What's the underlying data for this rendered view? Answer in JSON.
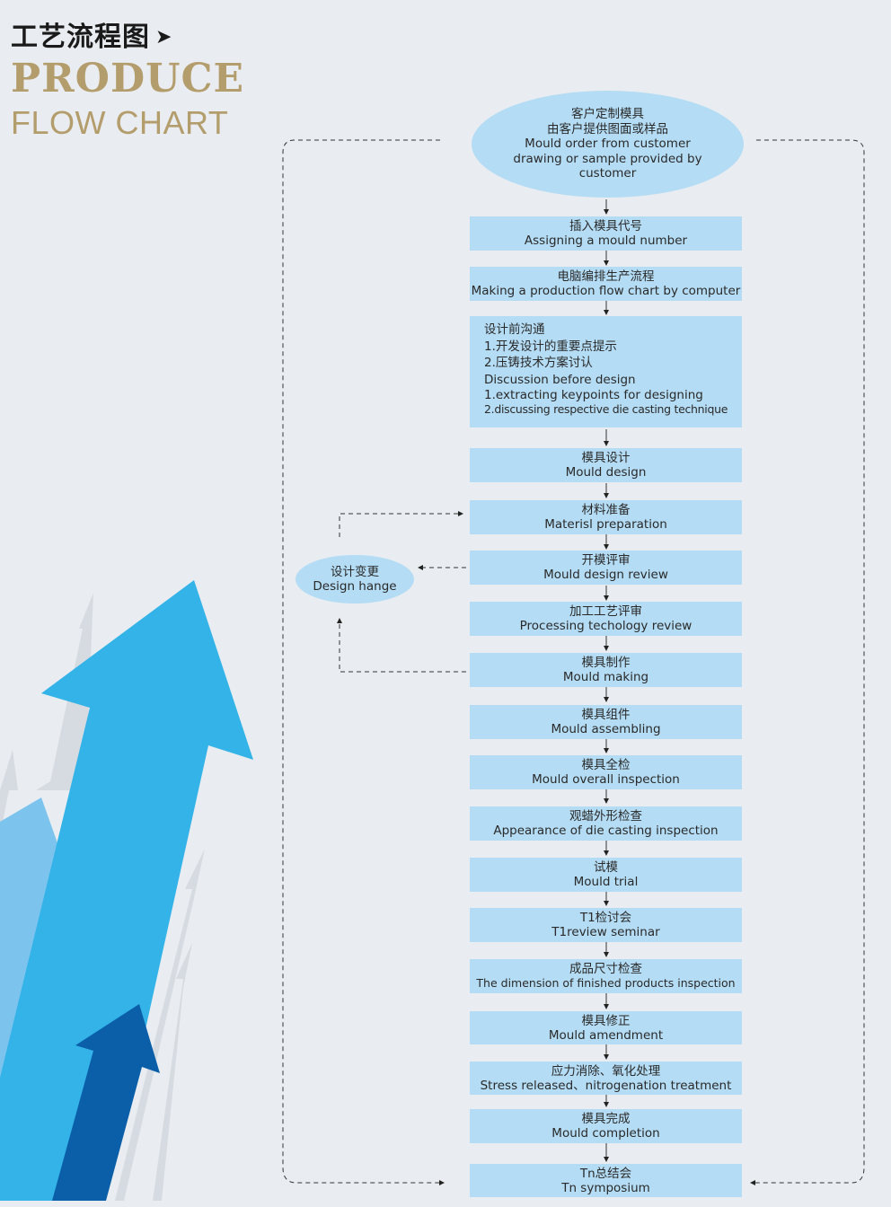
{
  "header": {
    "title_cn": "工艺流程图",
    "title_en_line1": "PRODUCE",
    "title_en_line2": "FLOW CHART"
  },
  "colors": {
    "background": "#e9edf1",
    "box_fill": "#b4dcf4",
    "title_gold": "#b49d6c",
    "arrow_bright_blue": "#33b3e8",
    "arrow_light_blue": "#7cc4ee",
    "arrow_dark_blue": "#0a5fa8"
  },
  "flow": {
    "start": {
      "cn1": "客户定制模具",
      "cn2": "由客户提供图面或样品",
      "en": "Mould order from customer drawing or sample provided by customer"
    },
    "steps": [
      {
        "cn": "插入模具代号",
        "en": "Assigning a mould number"
      },
      {
        "cn": "电脑编排生产流程",
        "en": "Making a production flow chart by computer"
      },
      {
        "cn": "模具设计",
        "en": "Mould design"
      },
      {
        "cn": "材料准备",
        "en": "Materisl preparation"
      },
      {
        "cn": "开模评审",
        "en": "Mould design review"
      },
      {
        "cn": "加工工艺评审",
        "en": "Processing techology review"
      },
      {
        "cn": "模具制作",
        "en": "Mould making"
      },
      {
        "cn": "模具组件",
        "en": "Mould assembling"
      },
      {
        "cn": "模具全检",
        "en": "Mould overall inspection"
      },
      {
        "cn": "观蜡外形检查",
        "en": "Appearance of die casting inspection"
      },
      {
        "cn": "试模",
        "en": "Mould trial"
      },
      {
        "cn": "T1检讨会",
        "en": "T1review seminar"
      },
      {
        "cn": "成品尺寸检查",
        "en": "The dimension of finished products inspection"
      },
      {
        "cn": "模具修正",
        "en": "Mould amendment"
      },
      {
        "cn": "应力消除、氧化处理",
        "en": "Stress released、nitrogenation treatment"
      },
      {
        "cn": "模具完成",
        "en": "Mould completion"
      },
      {
        "cn": "Tn总结会",
        "en": "Tn symposium"
      }
    ],
    "discussion": {
      "cn_title": "设计前沟通",
      "cn_item1": "1.开发设计的重要点提示",
      "cn_item2": "2.压铸技术方案讨认",
      "en_title": "Discussion before design",
      "en_item1": "1.extracting keypoints for designing",
      "en_item2": "2.discussing respective die casting technique"
    },
    "design_change": {
      "cn": "设计变更",
      "en": "Design hange"
    }
  }
}
